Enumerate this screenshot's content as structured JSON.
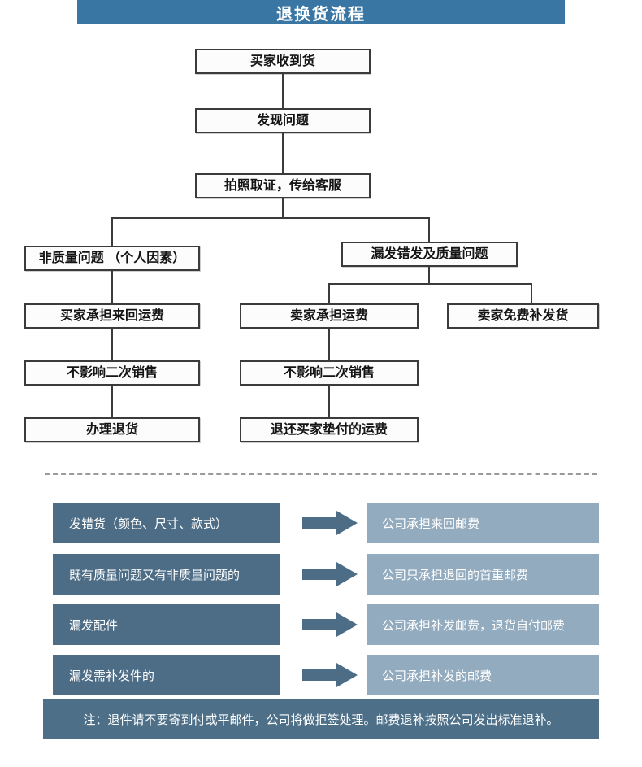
{
  "header": {
    "title": "退换货流程"
  },
  "flow": {
    "receive": "买家收到货",
    "find_problem": "发现问题",
    "evidence": "拍照取证，传给客服",
    "non_quality": "非质量问题 （个人因素）",
    "wrong_or_quality": "漏发错发及质量问题",
    "buyer_pays_shipping": "买家承担来回运费",
    "seller_pays_shipping": "卖家承担运费",
    "seller_free_reship": "卖家免费补发货",
    "resellable_left": "不影响二次销售",
    "resellable_middle": "不影响二次销售",
    "process_return": "办理退货",
    "refund_prepaid_shipping": "退还买家垫付的运费"
  },
  "policy": {
    "rows": [
      {
        "condition": "发错货（颜色、尺寸、款式）",
        "result": "公司承担来回邮费"
      },
      {
        "condition": "既有质量问题又有非质量问题的",
        "result": "公司只承担退回的首重邮费"
      },
      {
        "condition": "漏发配件",
        "result": "公司承担补发邮费，退货自付邮费"
      },
      {
        "condition": "漏发需补发件的",
        "result": "公司承担补发的邮费"
      }
    ],
    "note": "注：退件请不要寄到付或平邮件，公司将做拒签处理。邮费退补按照公司发出标准退补。"
  },
  "colors": {
    "header_bg": "#3a76a4",
    "dark_box": "#4d6d86",
    "light_box": "#92abbf",
    "note_bg": "#4d6f88",
    "line_color": "#3b3b3b"
  }
}
